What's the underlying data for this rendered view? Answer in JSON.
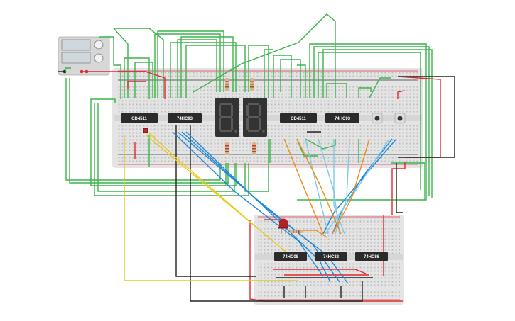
{
  "colors": {
    "board": "#e6e6e6",
    "board_hole": "#b9b9b9",
    "rail_red": "#d9363e",
    "rail_black": "#333333",
    "chip": "#2b2b2b",
    "display": "#333333",
    "wire_green": "#3cb44b",
    "wire_red": "#e0282e",
    "wire_black": "#222222",
    "wire_yellow": "#e8c818",
    "wire_blue": "#1e88d8",
    "wire_lightblue": "#7ec8e3",
    "wire_orange": "#ef8a17"
  },
  "power_supply": {
    "icons": [
      "display-icon",
      "knob-icon",
      "knob-icon"
    ]
  },
  "chips": {
    "u1": "CD4511",
    "u2": "74HC93",
    "u3": "CD4511",
    "u4": "74HC93",
    "u5": "74HC08",
    "u6": "74HC32",
    "u7": "74HC86"
  },
  "displays": [
    {
      "digit": "8.",
      "icon": "seven-segment-display-icon"
    },
    {
      "digit": "8.",
      "icon": "seven-segment-display-icon"
    }
  ],
  "buttons": [
    {
      "icon": "pushbutton-icon"
    },
    {
      "icon": "pushbutton-icon"
    }
  ],
  "led": {
    "color": "#b22222",
    "icon": "led-icon"
  }
}
